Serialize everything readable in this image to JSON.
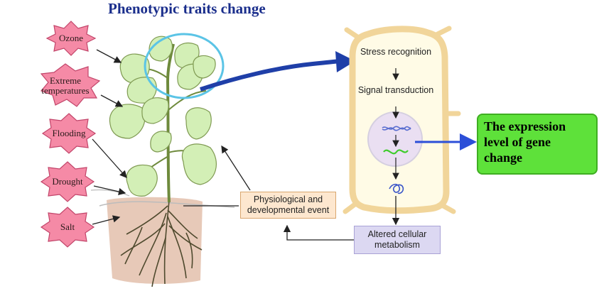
{
  "title": "Phenotypic traits change",
  "stressors": [
    {
      "label": "Ozone"
    },
    {
      "label": "Extreme temperatures"
    },
    {
      "label": "Flooding"
    },
    {
      "label": "Drought"
    },
    {
      "label": "Salt"
    }
  ],
  "boxes": {
    "physiological": "Physiological and developmental event",
    "altered": "Altered cellular metabolism"
  },
  "cell_steps": {
    "stress_recognition": "Stress recognition",
    "signal_transduction": "Signal transduction"
  },
  "gene_expression": "The expression level of gene change",
  "colors": {
    "title": "#1a2e8c",
    "star_fill": "#f58aa6",
    "star_stroke": "#c2456a",
    "leaf": "#d3efb6",
    "cell_fill": "#fffbe6",
    "cell_wall": "#f1d59a",
    "nucleus": "#eadff2",
    "highlight_circle": "#5bc4e6",
    "big_arrow": "#1f3fa8",
    "gene_box": "#5ee13a"
  }
}
